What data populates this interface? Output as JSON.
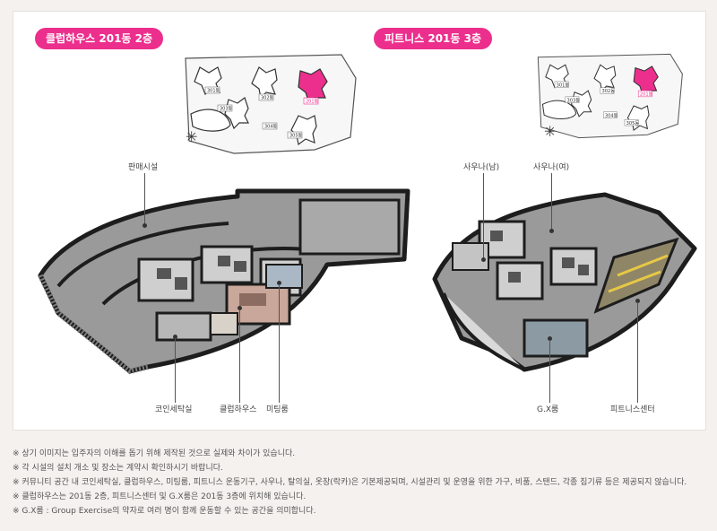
{
  "left": {
    "title": "클럽하우스 201동 2층",
    "labels": {
      "top": "판매시설",
      "coin": "코인세탁실",
      "club": "클럽하우스",
      "meeting": "미팅룸"
    },
    "map": {
      "building_1": "301동",
      "building_2": "302동",
      "building_3": "303동",
      "building_4": "304동",
      "building_5": "305동",
      "highlight": "201동"
    }
  },
  "right": {
    "title": "피트니스 201동 3층",
    "labels": {
      "sauna_m": "사우나(남)",
      "sauna_f": "사우나(여)",
      "gx": "G.X룸",
      "fitness": "피트니스센터"
    },
    "map": {
      "building_1": "301동",
      "building_2": "302동",
      "building_3": "303동",
      "building_4": "304동",
      "building_5": "305동",
      "highlight": "201동"
    }
  },
  "notes": [
    "※ 상기 이미지는 입주자의 이해를 돕기 위해 제작된 것으로 실제와 차이가 있습니다.",
    "※ 각 시설의 설치 개소 및 장소는 계약시 확인하시기 바랍니다.",
    "※ 커뮤니티 공간 내 코인세탁실, 클럽하우스, 미팅룸, 피트니스 운동기구, 사우나, 탈의실, 옷장(락카)은 기본제공되며, 시설관리 및 운영을 위한 가구, 비품, 스탠드, 각종 집기류 등은 제공되지 않습니다.",
    "※ 클럽하우스는 201동 2층, 피트니스센터 및 G.X룸은 201동 3층에 위치해 있습니다.",
    "※ G.X룸 : Group Exercise의 약자로 여러 명이 함께 운동할 수 있는 공간을 의미합니다."
  ],
  "colors": {
    "accent": "#ec2f8d",
    "floor": "#8a8a8a",
    "wall": "#1d1d1d"
  }
}
